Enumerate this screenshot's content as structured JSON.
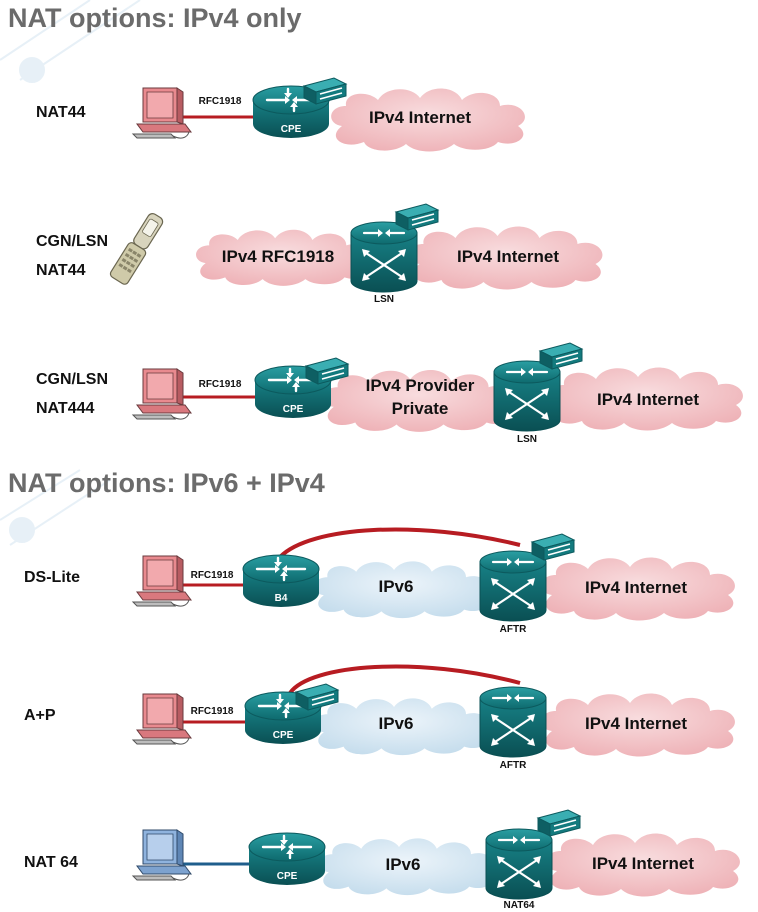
{
  "sections": {
    "ipv4_title": "NAT options: IPv4 only",
    "dual_title": "NAT options: IPv6 + IPv4"
  },
  "rows": {
    "nat44": {
      "label": "NAT44",
      "link": "RFC1918",
      "router": "CPE",
      "cloud": "IPv4 Internet"
    },
    "cgn44": {
      "label1": "CGN/LSN",
      "label2": "NAT44",
      "cloud_private": "IPv4 RFC1918",
      "router": "LSN",
      "cloud": "IPv4 Internet"
    },
    "cgn444": {
      "label1": "CGN/LSN",
      "label2": "NAT444",
      "link": "RFC1918",
      "router_cpe": "CPE",
      "cloud_private_1": "IPv4 Provider",
      "cloud_private_2": "Private",
      "router_lsn": "LSN",
      "cloud": "IPv4 Internet"
    },
    "dslite": {
      "label": "DS-Lite",
      "link": "RFC1918",
      "router_b4": "B4",
      "cloud_v6": "IPv6",
      "router_aftr": "AFTR",
      "cloud": "IPv4 Internet"
    },
    "aplusp": {
      "label": "A+P",
      "link": "RFC1918",
      "router_cpe": "CPE",
      "cloud_v6": "IPv6",
      "router_aftr": "AFTR",
      "cloud": "IPv4 Internet"
    },
    "nat64": {
      "label": "NAT 64",
      "router_cpe": "CPE",
      "cloud_v6": "IPv6",
      "router_nat64": "NAT64",
      "cloud": "IPv4 Internet"
    }
  },
  "colors": {
    "title_gray": "#6b6b6b",
    "router_teal": "#16868a",
    "router_dark": "#0c5a5e",
    "pink_cloud": "#f3c6c9",
    "blue_cloud": "#d6e7f2",
    "link_red": "#b71c22",
    "link_blue": "#1f5e8c",
    "pc_pink": "#e98a8f",
    "pc_blue": "#8fb3de"
  },
  "icons": [
    "desktop-pc-icon",
    "flip-phone-icon",
    "router-icon",
    "firewall-icon",
    "cloud-icon"
  ]
}
